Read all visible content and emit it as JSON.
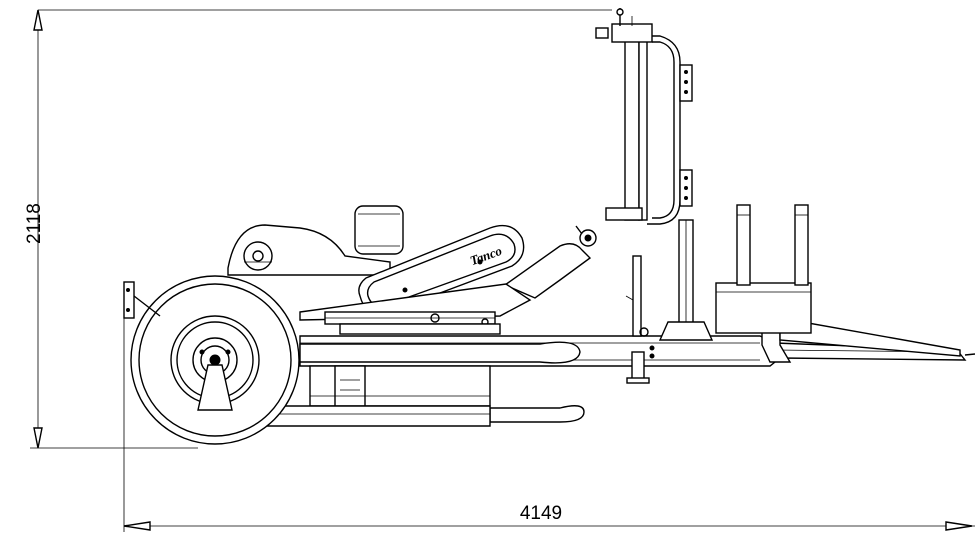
{
  "dimensions": {
    "height_value": "2118",
    "length_value": "4149"
  },
  "logo_text": "Tanco"
}
